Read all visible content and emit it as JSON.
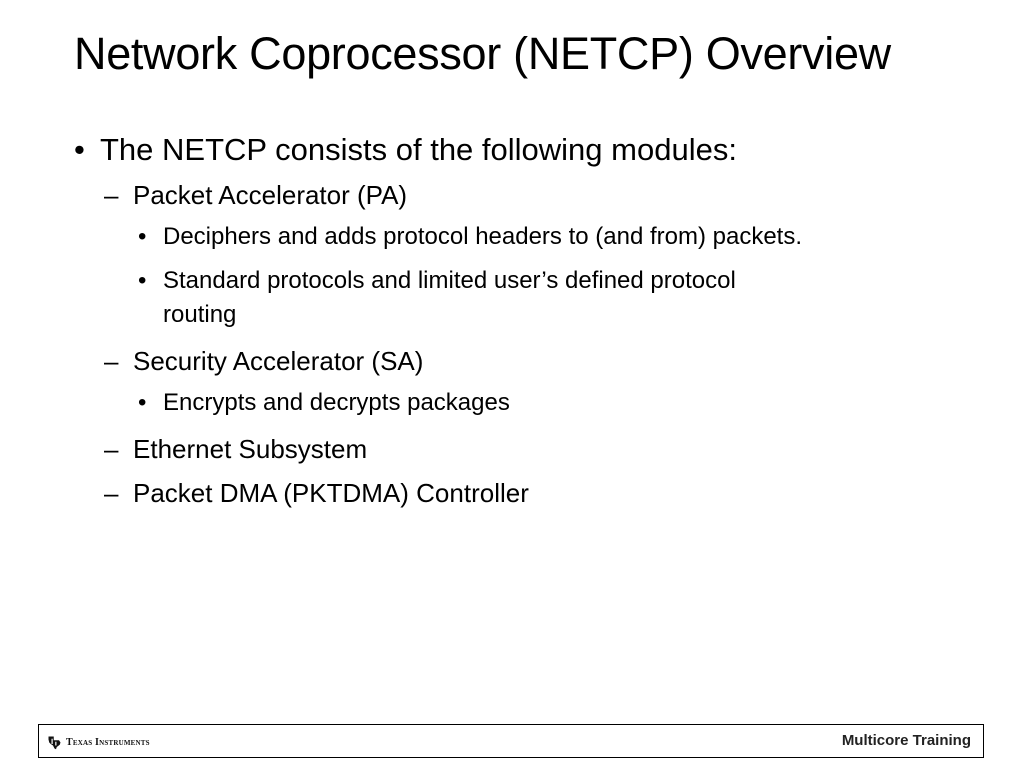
{
  "slide": {
    "title": "Network Coprocessor (NETCP) Overview",
    "bullets": {
      "intro": "The NETCP consists of the following modules:",
      "pa": "Packet Accelerator (PA)",
      "pa_item1": "Deciphers and adds protocol headers to (and from) packets.",
      "pa_item2_line1": "Standard protocols and limited user’s defined protocol",
      "pa_item2_line2": "routing",
      "sa": "Security Accelerator (SA)",
      "sa_item1": "Encrypts and decrypts packages",
      "ethernet": "Ethernet Subsystem",
      "pktdma": "Packet DMA (PKTDMA) Controller"
    },
    "symbols": {
      "bullet": "•",
      "dash": "–"
    }
  },
  "footer": {
    "logo_text": "Texas Instruments",
    "logo_icon": "texas-state-icon",
    "right_text": "Multicore Training"
  }
}
